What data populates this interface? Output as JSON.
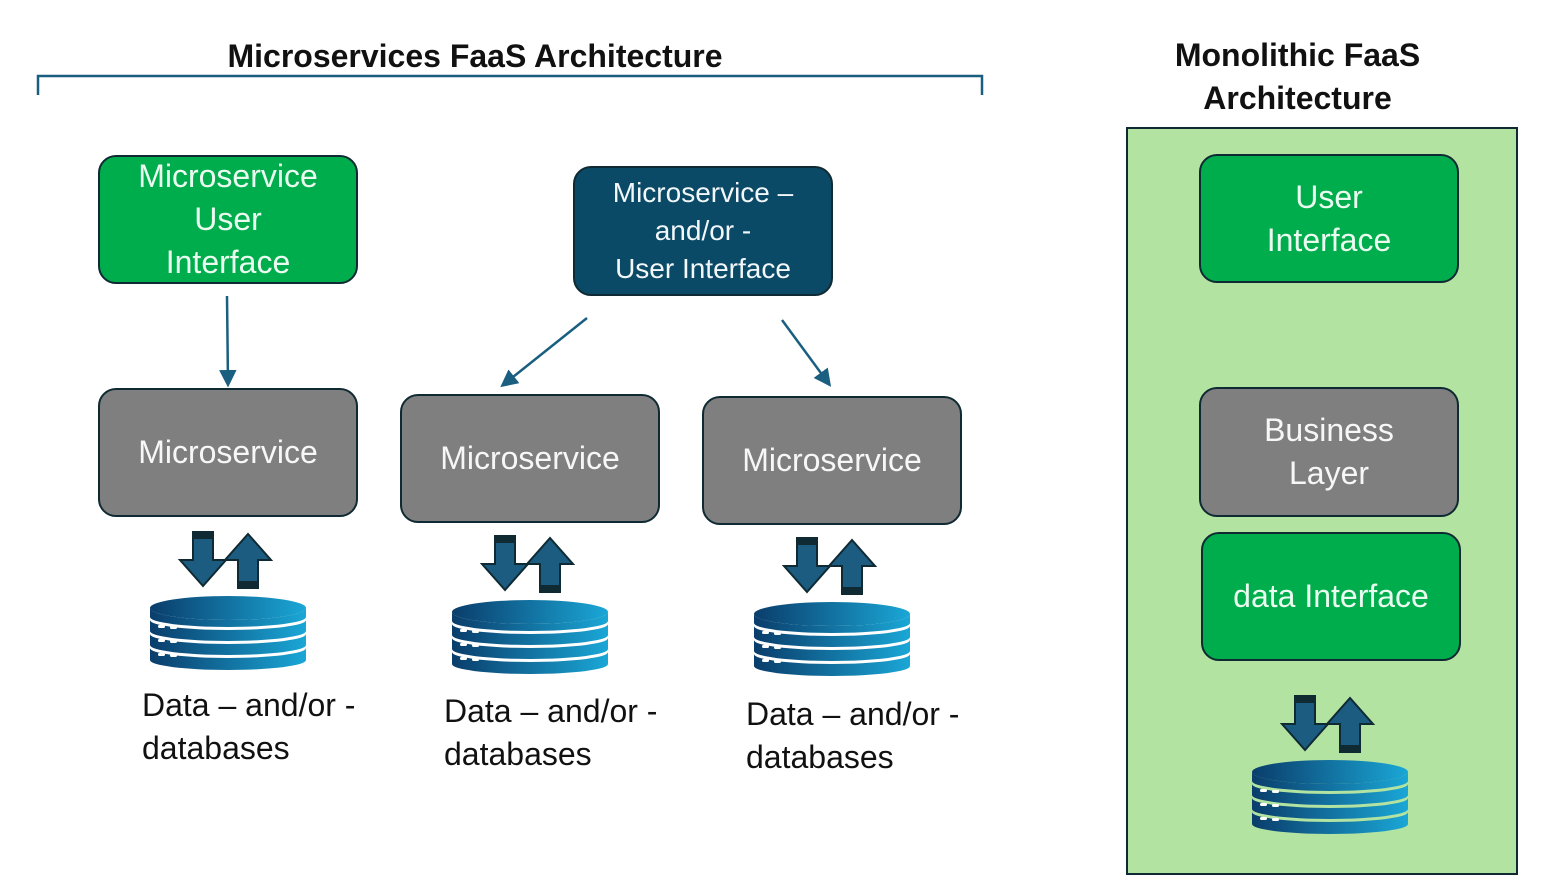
{
  "microservices": {
    "title": "Microservices FaaS Architecture",
    "column1": {
      "ui_box": "Microservice\nUser\nInterface",
      "service_box": "Microservice",
      "data_label": "Data – and/or -\ndatabases"
    },
    "shared_ui_box": "Microservice –\nand/or -\nUser Interface",
    "column2": {
      "service_box": "Microservice",
      "data_label": "Data – and/or -\ndatabases"
    },
    "column3": {
      "service_box": "Microservice",
      "data_label": "Data – and/or -\ndatabases"
    }
  },
  "monolithic": {
    "title": "Monolithic FaaS\nArchitecture",
    "ui_box": "User\nInterface",
    "business_box": "Business\nLayer",
    "data_interface_box": "data Interface"
  },
  "colors": {
    "green_box": "#00ad4c",
    "navy_box": "#0b4a66",
    "gray_box": "#7f7f7f",
    "panel_bg": "#b3e3a1",
    "arrow": "#1a5f80"
  }
}
